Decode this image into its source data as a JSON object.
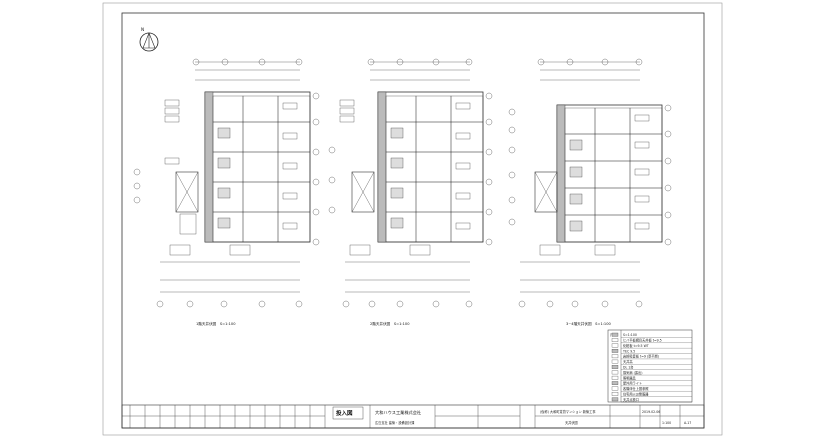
{
  "north_label": "N",
  "plans": [
    {
      "caption": "1階天井伏図　S=1:100"
    },
    {
      "caption": "2階天井伏図　S=1:100"
    },
    {
      "caption": "3~4階天井伏図　S=1:100"
    }
  ],
  "legend": {
    "title_left": "凡 例",
    "rows": [
      "S=1:100",
      "ヒバ平板網目天井板 t=9.5",
      "化粧板 t=9.5 WT",
      "TEC 9.5",
      "岩綿吸音板 t=9 (準不燃)",
      "天井高",
      "DL 1台",
      "換気扇 (露出)",
      "照明器具",
      "屋外用ライト",
      "各階床仕上図参照",
      "住宅用火災警報器",
      "天井点検口"
    ]
  },
  "title_block": {
    "drawing_type": "投入図",
    "company": "大和ハウス工業株式会社",
    "office": "広島支社 建築・設備設計課",
    "project": "(仮称) 大和町賃貸マンション 新築工事",
    "drawing_name": "天井伏図",
    "date": "2019.02.06",
    "scale": "1:100",
    "sheet_no": "A-17"
  },
  "colors": {
    "line": "#333333",
    "fill": "#bbbbbb"
  }
}
